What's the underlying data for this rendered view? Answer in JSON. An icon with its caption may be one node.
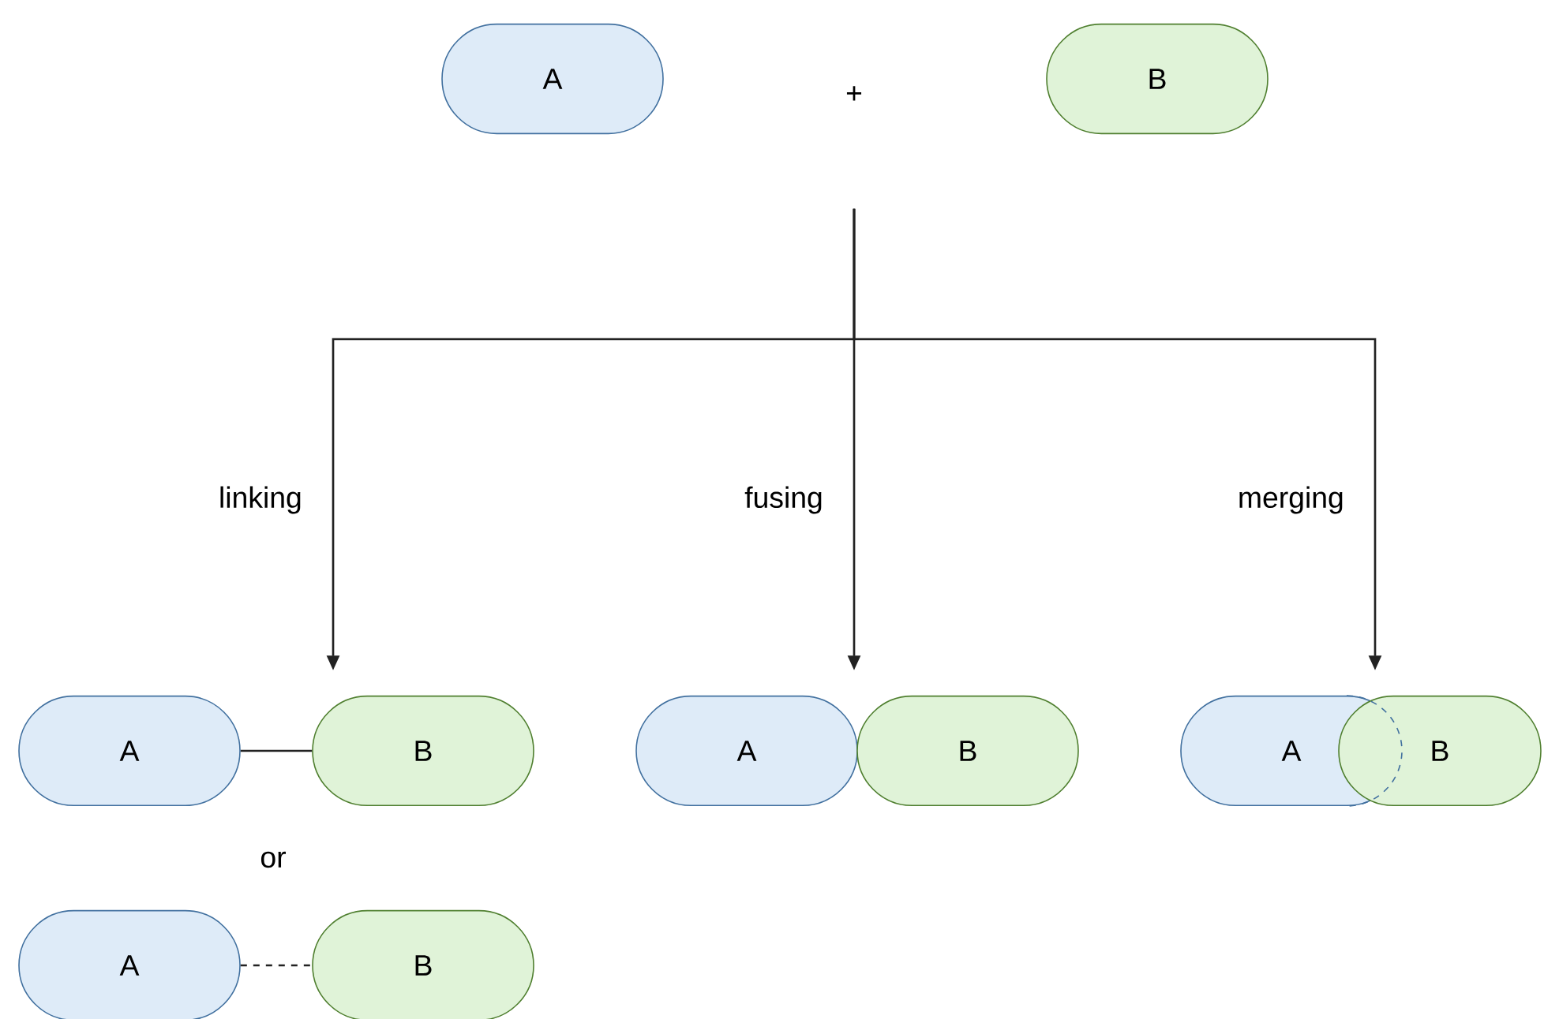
{
  "diagram": {
    "nodes": [
      {
        "text": [
          "A"
        ]
      },
      {
        "text": [
          "B"
        ]
      },
      {
        "text": [
          "+"
        ]
      },
      {
        "text": [
          "A"
        ]
      },
      {
        "text": [
          "B"
        ]
      },
      {
        "text": [
          "A"
        ]
      },
      {
        "text": [
          "B"
        ]
      },
      {
        "text": [
          "A"
        ]
      },
      {
        "text": [
          "B"
        ]
      },
      {
        "text": [
          "A"
        ]
      },
      {
        "text": [
          "B"
        ]
      }
    ],
    "edges": [
      {
        "from": 2,
        "to": 4,
        "arrow": "to",
        "label": "linking"
      },
      {
        "from": 2,
        "to": 7,
        "arrow": "to",
        "label": "fusing"
      },
      {
        "from": 2,
        "to": 9,
        "arrow": "to",
        "label": "merging"
      },
      {
        "from": 3,
        "to": 4,
        "arrow": "none"
      },
      {
        "from": 5,
        "to": 6,
        "arrow": "none",
        "style": "dashed"
      }
    ],
    "labels": [
      "or"
    ]
  }
}
